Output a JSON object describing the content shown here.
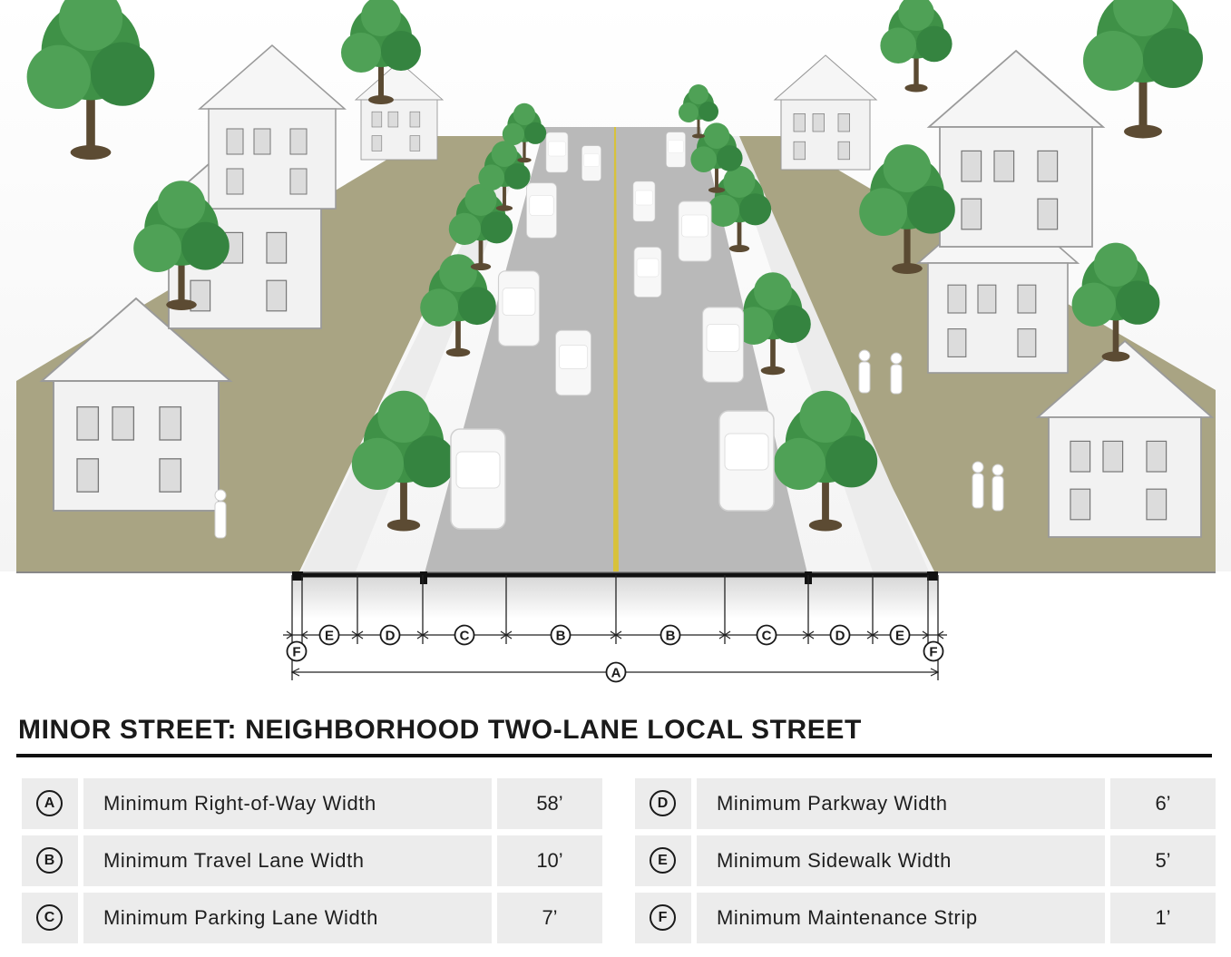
{
  "title": "MINOR STREET: NEIGHBORHOOD TWO-LANE LOCAL STREET",
  "dimension_labels": [
    "F",
    "E",
    "D",
    "C",
    "B",
    "B",
    "C",
    "D",
    "E",
    "F",
    "A"
  ],
  "specs_left": [
    {
      "key": "A",
      "label": "Minimum Right-of-Way Width",
      "value": "58’"
    },
    {
      "key": "B",
      "label": "Minimum Travel Lane Width",
      "value": "10’"
    },
    {
      "key": "C",
      "label": "Minimum Parking Lane Width",
      "value": "7’"
    }
  ],
  "specs_right": [
    {
      "key": "D",
      "label": "Minimum Parkway Width",
      "value": "6’"
    },
    {
      "key": "E",
      "label": "Minimum Sidewalk Width",
      "value": "5’"
    },
    {
      "key": "F",
      "label": "Minimum Maintenance Strip",
      "value": "1’"
    }
  ],
  "colors": {
    "road": "#b9b9b9",
    "center_line": "#d8c23a",
    "parkway": "#a9a483",
    "sidewalk": "#ececec",
    "lawn": "#a9a483",
    "tree": "#3f9147",
    "tree_light": "#6cb46f",
    "house": "#f2f2f2",
    "outline": "#111111"
  }
}
